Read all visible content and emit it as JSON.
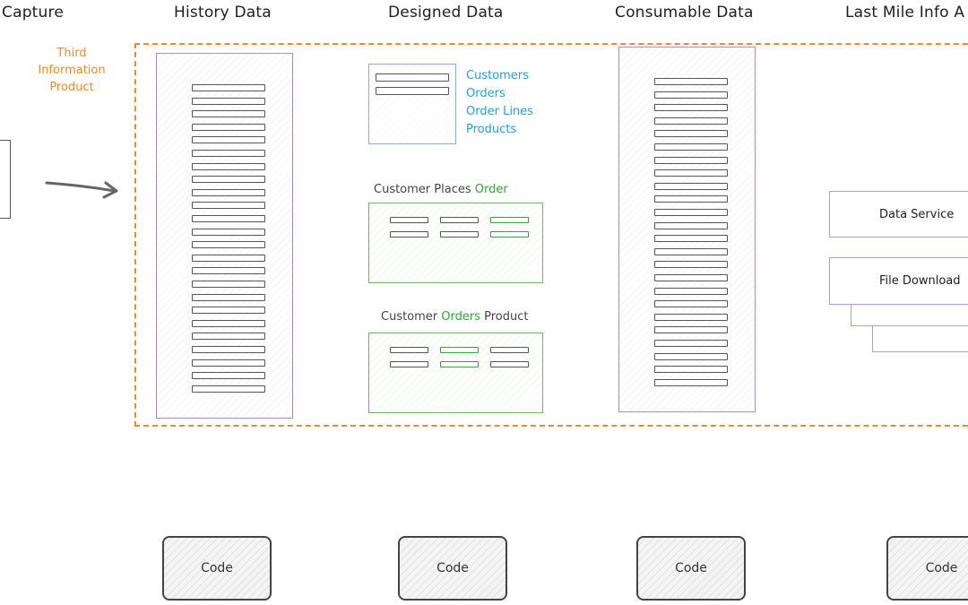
{
  "columns": {
    "capture": "Capture",
    "history": "History Data",
    "designed": "Designed Data",
    "consumable": "Consumable Data",
    "last_mile": "Last Mile Info A"
  },
  "frame_label": [
    "Third",
    "Information",
    "Product"
  ],
  "designed": {
    "entity_list": [
      "Customers",
      "Orders",
      "Order Lines",
      "Products"
    ],
    "places_title": {
      "prefix": "Customer Places ",
      "highlight": "Order"
    },
    "orders_title": {
      "prefix": "Customer ",
      "highlight": "Orders",
      "suffix": " Product"
    }
  },
  "services": {
    "data_service": "Data Service",
    "file_download": "File Download"
  },
  "code_label": "Code",
  "colors": {
    "frame": "#f08a24",
    "list": "#1ea0e6",
    "highlight": "#2fa82f",
    "history_border": "#a98bd0"
  }
}
